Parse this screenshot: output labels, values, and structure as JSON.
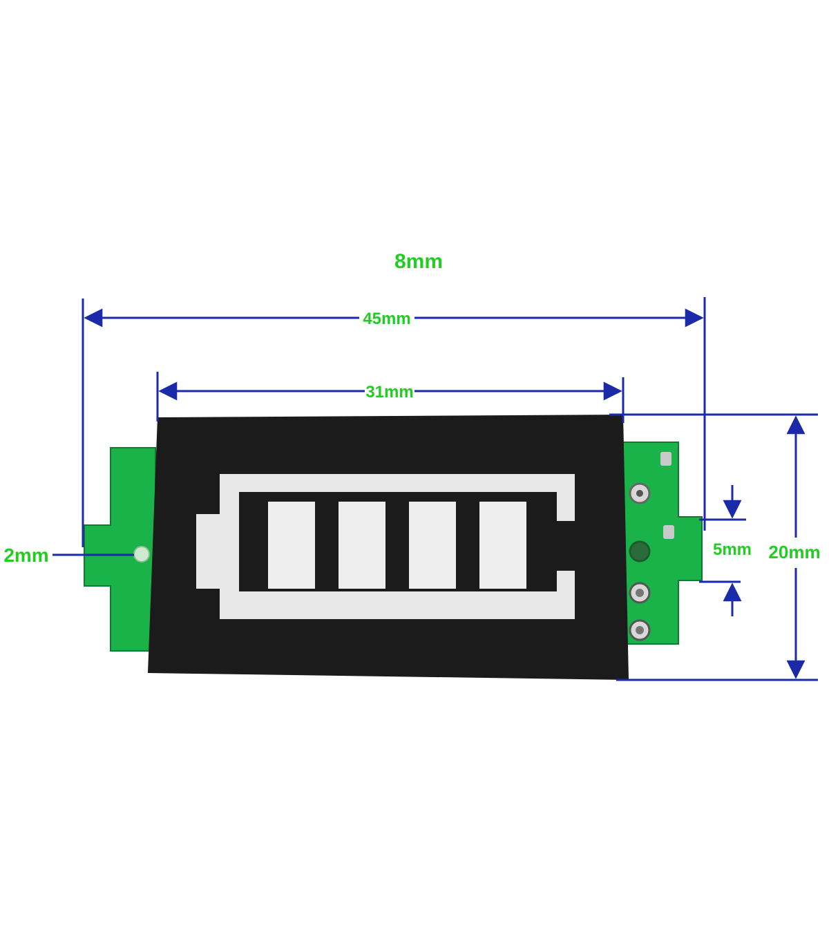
{
  "labels": {
    "thickness": "8mm",
    "total_length": "45mm",
    "display_length": "31mm",
    "hole_diameter": "2mm",
    "pin_pitch": "5mm",
    "height": "20mm"
  },
  "indicator": {
    "segments_lit": 4,
    "segments_total": 4
  },
  "colors": {
    "label_green": "#22cc22",
    "dimension_line": "#1a2aa8",
    "pcb": "#19b34a",
    "panel": "#1b1b1b",
    "segment": "#eeeeee"
  }
}
